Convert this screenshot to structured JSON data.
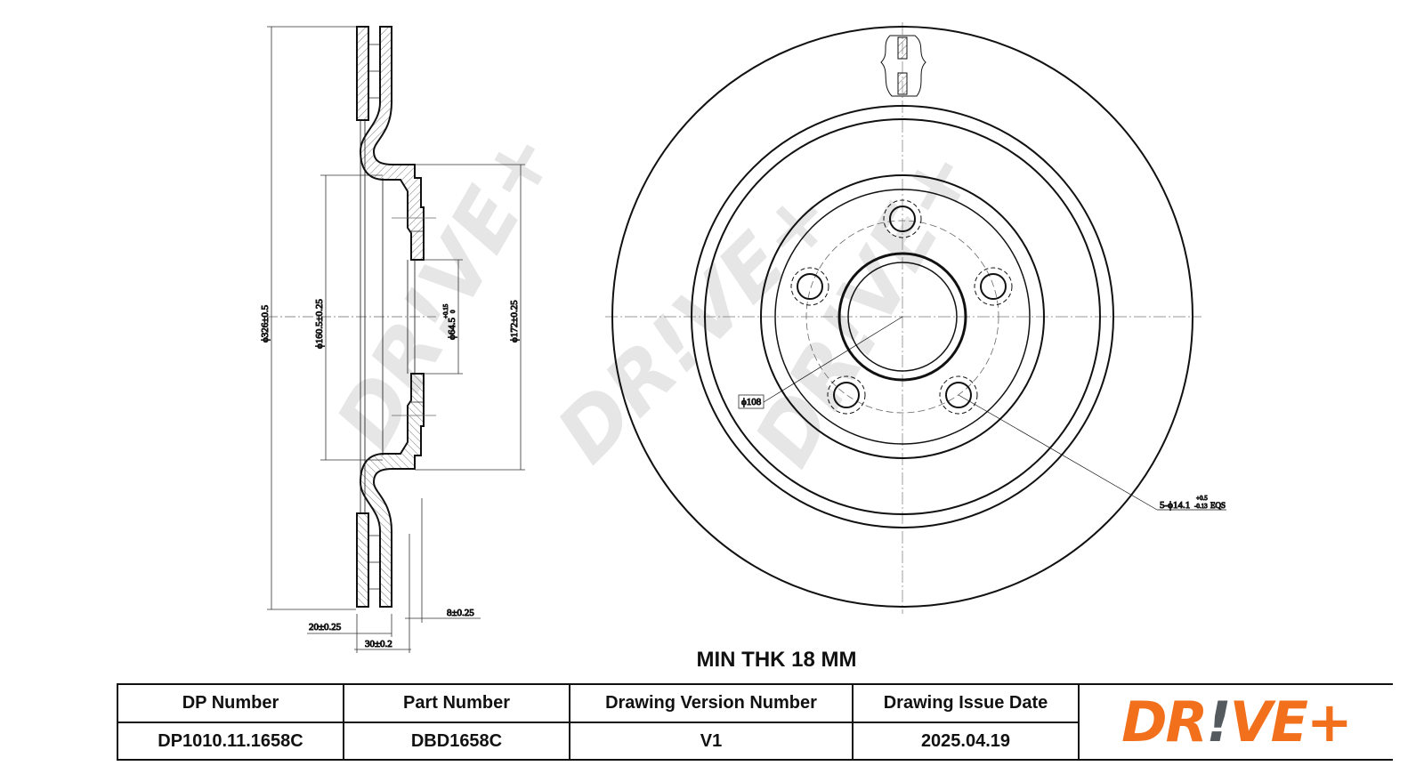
{
  "drawing": {
    "dimensions": {
      "outer_diameter": "ϕ326±0.5",
      "hat_diameter": "ϕ160.5±0.25",
      "center_bore": "ϕ64.5",
      "center_bore_tol_upper": "+0.15",
      "center_bore_tol_lower": "0",
      "mount_diameter": "ϕ172±0.25",
      "thickness": "30±0.2",
      "offset": "20±0.25",
      "hub_thickness": "8±0.25",
      "bolt_circle": "ϕ108",
      "bolt_holes": "5-ϕ14.1",
      "bolt_holes_tol_upper": "+0.5",
      "bolt_holes_tol_lower": "-0.13",
      "bolt_holes_suffix": "EQS"
    },
    "watermark": "DR!VE+"
  },
  "min_thickness": "MIN THK 18 MM",
  "table": {
    "headers": [
      "DP Number",
      "Part Number",
      "Drawing Version Number",
      "Drawing Issue Date"
    ],
    "values": [
      "DP1010.11.1658C",
      "DBD1658C",
      "V1",
      "2025.04.19"
    ]
  },
  "logo": {
    "text_a": "DR",
    "text_b": "!",
    "text_c": "VE+",
    "brand_color": "#f26f1b",
    "accent_color": "#555a5e"
  }
}
